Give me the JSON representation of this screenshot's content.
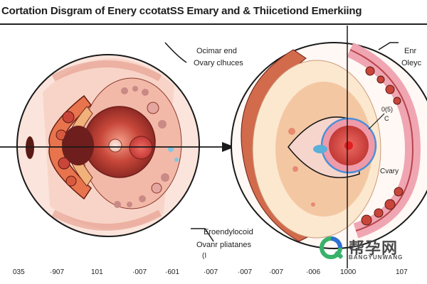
{
  "header": {
    "title": "Cortation Disgram of Enery ccotatSS Emary and & Thiicetiond Emerkiing"
  },
  "labels": {
    "left_top_line1": "Ocimar end",
    "left_top_line2": "Ovary clhuces",
    "left_bottom_line1": "Eroendylocoid",
    "left_bottom_line2": "Ovanr pliatanes",
    "left_bottom_line3": "(I",
    "right_top_line1": "Enr",
    "right_top_line2": "Oleyc",
    "right_mid_small": "0(5)",
    "right_mid_small2": "C",
    "right_ovary": "Cvary"
  },
  "watermark": {
    "cn": "帮孕网",
    "en": "BANGYUNWANG"
  },
  "axis": {
    "ticks": [
      "035",
      "·907",
      "101",
      "·007",
      "·601",
      "·007",
      "·007",
      "·007",
      "·006",
      "1000",
      "107"
    ]
  },
  "colors": {
    "outline": "#1a1a1a",
    "skin_light": "#f6dcd2",
    "skin_mid": "#f0b8a6",
    "flesh": "#e07a62",
    "deep_red": "#a8322a",
    "dark_core": "#6e1e1c",
    "cream": "#fbe8cf",
    "peach": "#f4c7a3",
    "pink_ring": "#ef9aa8",
    "blue_ring": "#4a8fd8",
    "follicle": "#c98a86",
    "watermark_green": "#38b26a",
    "watermark_blue": "#2f6fd6"
  }
}
